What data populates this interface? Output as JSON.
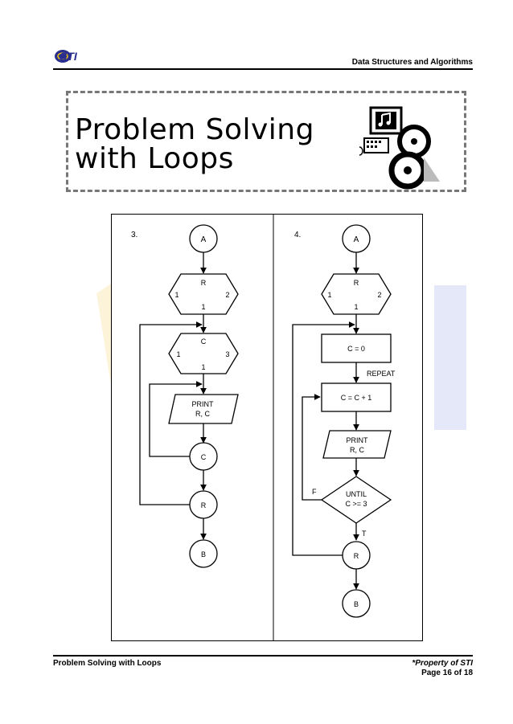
{
  "header": {
    "logo_text": "STI",
    "doc_title": "Data Structures and Algorithms"
  },
  "banner": {
    "title_line1": "Problem Solving",
    "title_line2": "with Loops",
    "clipart_icon": "computer-cd-clipart-icon"
  },
  "flowchart_3": {
    "number": "3.",
    "start_connector": "A",
    "loop_r": {
      "label": "R",
      "left": "1",
      "right": "2",
      "bottom": "1"
    },
    "loop_c": {
      "label": "C",
      "left": "1",
      "right": "3",
      "bottom": "1"
    },
    "print_line1": "PRINT",
    "print_line2": "R, C",
    "end_c": "C",
    "end_r": "R",
    "exit_connector": "B"
  },
  "flowchart_4": {
    "number": "4.",
    "start_connector": "A",
    "loop_r": {
      "label": "R",
      "left": "1",
      "right": "2",
      "bottom": "1"
    },
    "init": "C = 0",
    "repeat_label": "REPEAT",
    "increment": "C = C + 1",
    "print_line1": "PRINT",
    "print_line2": "R, C",
    "until_line1": "UNTIL",
    "until_line2": "C >= 3",
    "false_label": "F",
    "true_label": "T",
    "end_r": "R",
    "exit_connector": "B"
  },
  "footer": {
    "left_text": "Problem Solving with Loops",
    "property": "*Property of STI",
    "page": "Page 16 of 18"
  }
}
